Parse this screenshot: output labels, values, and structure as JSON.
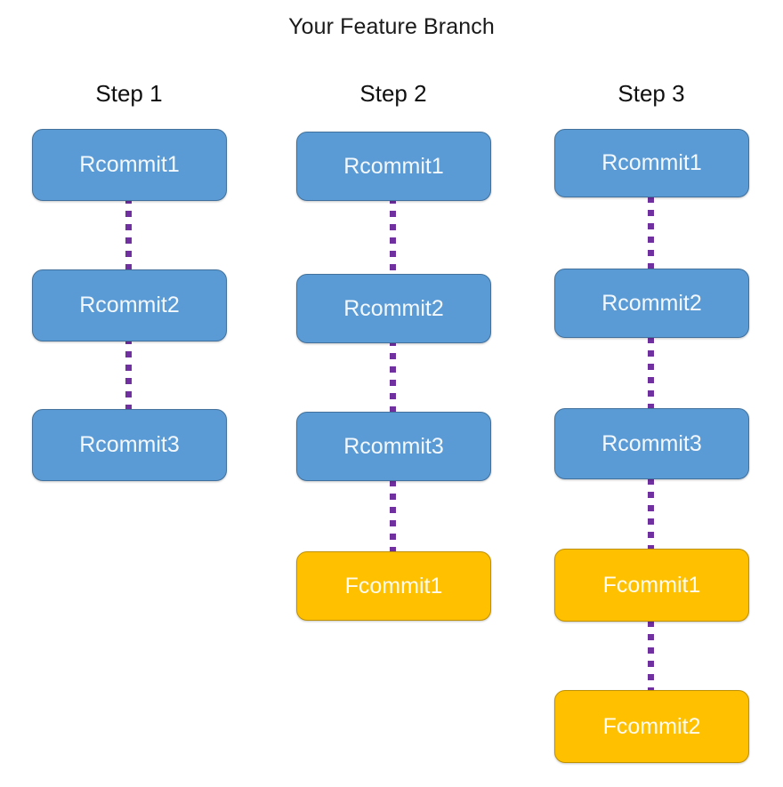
{
  "title": "Your Feature Branch",
  "colors": {
    "background": "#FFFFFF",
    "commit_blue_fill": "#5B9BD5",
    "commit_blue_border": "#41719C",
    "commit_blue_text": "#F2F8FD",
    "commit_orange_fill": "#FFC000",
    "commit_orange_border": "#BF9000",
    "commit_orange_text": "#FFFBEF",
    "connector_purple": "#7030A0",
    "label_text": "#101010"
  },
  "columns": [
    {
      "label": "Step 1",
      "nodes": [
        {
          "label": "Rcommit1",
          "kind": "remote-commit"
        },
        {
          "label": "Rcommit2",
          "kind": "remote-commit"
        },
        {
          "label": "Rcommit3",
          "kind": "remote-commit"
        }
      ]
    },
    {
      "label": "Step 2",
      "nodes": [
        {
          "label": "Rcommit1",
          "kind": "remote-commit"
        },
        {
          "label": "Rcommit2",
          "kind": "remote-commit"
        },
        {
          "label": "Rcommit3",
          "kind": "remote-commit"
        },
        {
          "label": "Fcommit1",
          "kind": "feature-commit"
        }
      ]
    },
    {
      "label": "Step 3",
      "nodes": [
        {
          "label": "Rcommit1",
          "kind": "remote-commit"
        },
        {
          "label": "Rcommit2",
          "kind": "remote-commit"
        },
        {
          "label": "Rcommit3",
          "kind": "remote-commit"
        },
        {
          "label": "Fcommit1",
          "kind": "feature-commit"
        },
        {
          "label": "Fcommit2",
          "kind": "feature-commit"
        }
      ]
    }
  ]
}
